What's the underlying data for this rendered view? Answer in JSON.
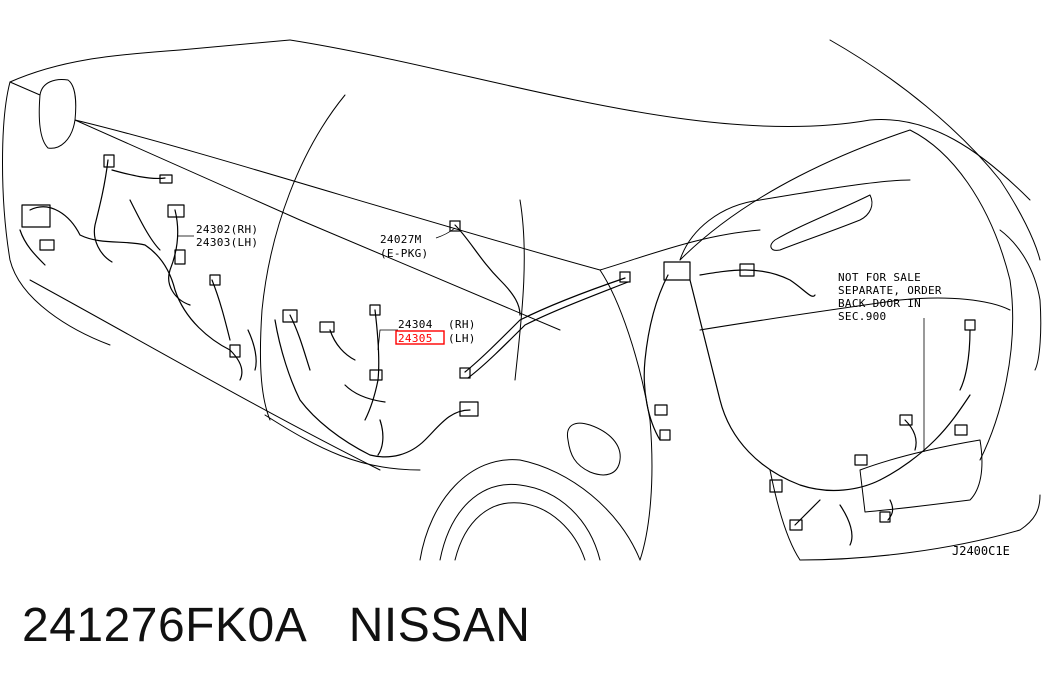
{
  "callouts": {
    "c1_rh": "24302(RH)",
    "c1_lh": "24303(LH)",
    "c2_main": "24027M",
    "c2_sub": "(E-PKG)",
    "c3_rh_num": "24304",
    "c3_rh_side": "(RH)",
    "c3_lh_num": "24305",
    "c3_lh_side": "(LH)"
  },
  "note": {
    "line1": "NOT FOR SALE",
    "line2": "SEPARATE, ORDER",
    "line3": "BACK DOOR IN",
    "line4": "SEC.900"
  },
  "diagram_ref": "J2400C1E",
  "caption": {
    "part_number": "241276FK0A",
    "brand": "NISSAN"
  },
  "colors": {
    "highlight": "#ff0000",
    "line": "#000000"
  }
}
